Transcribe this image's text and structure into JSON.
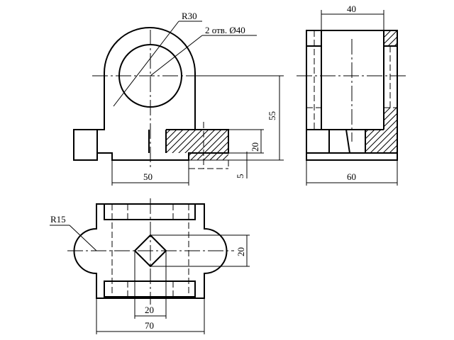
{
  "front_view": {
    "r30_label": "R30",
    "holes_label": "2 отв. Ø40",
    "dim_55": "55",
    "dim_20": "20",
    "dim_5": "5",
    "dim_50": "50"
  },
  "side_view": {
    "dim_40": "40",
    "dim_60": "60"
  },
  "top_view": {
    "r15_label": "R15",
    "dim_20_vertical": "20",
    "dim_20_horizontal": "20",
    "dim_70": "70"
  },
  "colors": {
    "line": "#000000",
    "background": "#ffffff"
  }
}
